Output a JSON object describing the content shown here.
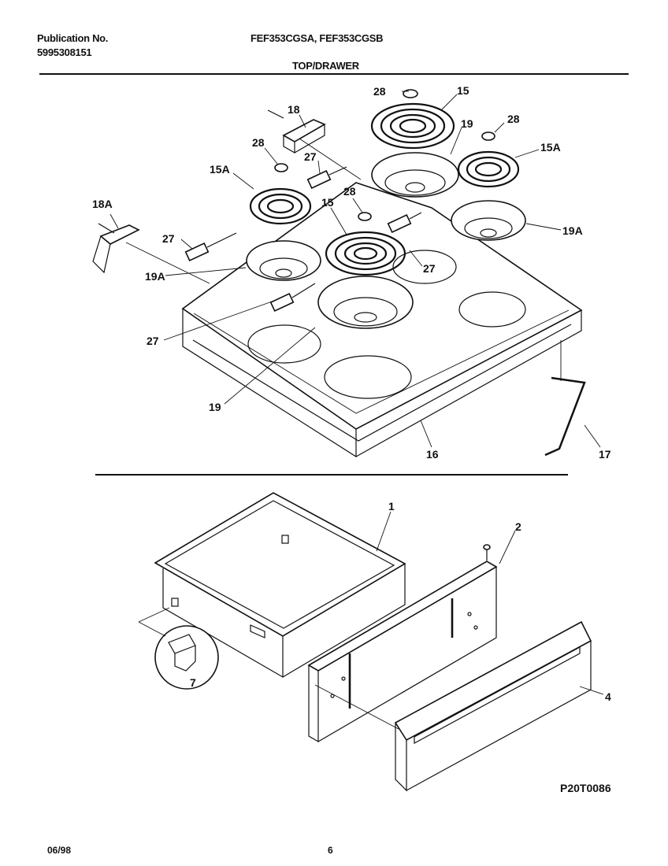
{
  "header": {
    "publication_label": "Publication No.",
    "publication_number": "5995308151",
    "models": "FEF353CGSA, FEF353CGSB",
    "section_title": "TOP/DRAWER"
  },
  "callouts": {
    "c28a": "28",
    "c15a": "15",
    "c18": "18",
    "c19a": "19",
    "c28b": "28",
    "c15A_right": "15A",
    "c28c": "28",
    "c27a": "27",
    "c15A_left": "15A",
    "c18A": "18A",
    "c28d": "28",
    "c15b": "15",
    "c27b": "27",
    "c19A_right": "19A",
    "c19A_left": "19A",
    "c27c": "27",
    "c27d": "27",
    "c19b": "19",
    "c16": "16",
    "c17": "17",
    "c1": "1",
    "c2": "2",
    "c4": "4",
    "c7": "7"
  },
  "diagram_code": "P20T0086",
  "footer": {
    "date": "06/98",
    "page": "6"
  }
}
